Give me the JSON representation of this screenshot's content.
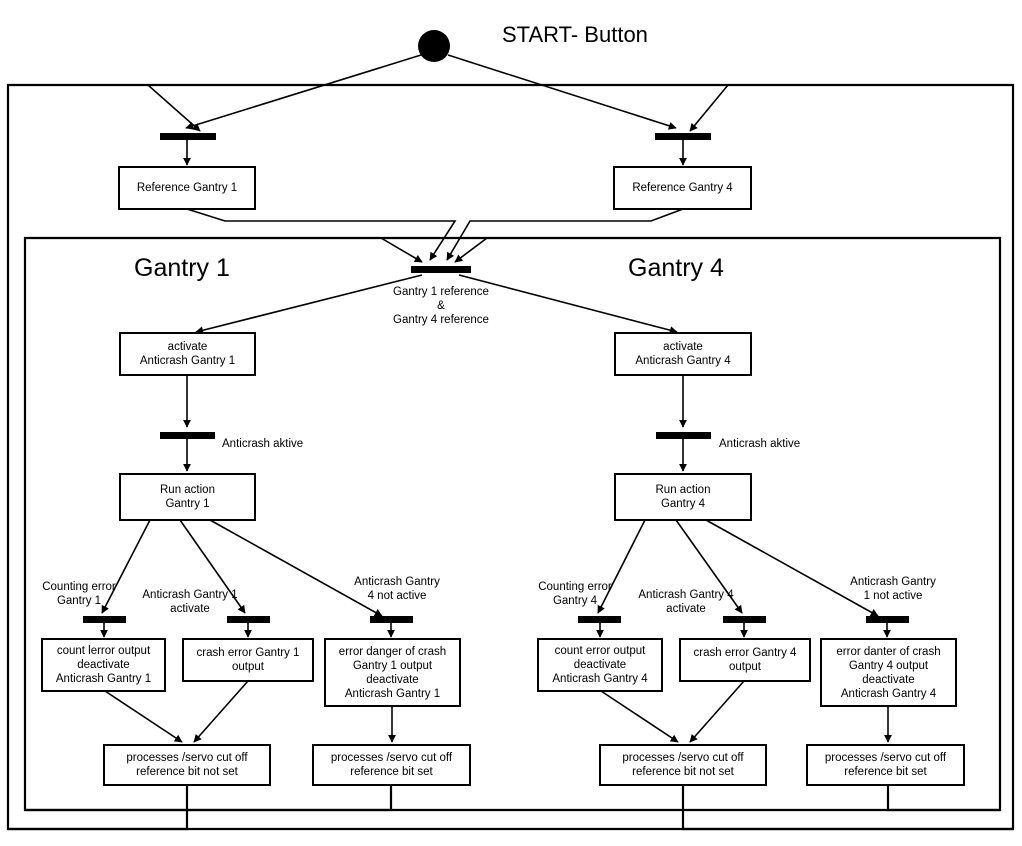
{
  "diagram": {
    "title": "START- Button",
    "colors": {
      "stroke": "#000000",
      "fill": "#ffffff",
      "background": "#ffffff"
    },
    "start_node": {
      "name": "start-button-node",
      "label": "START- Button"
    },
    "frames": [
      {
        "name": "outer-frame"
      },
      {
        "name": "inner-frame"
      }
    ],
    "branch_titles": {
      "left": "Gantry 1",
      "right": "Gantry 4"
    },
    "reference_boxes": {
      "left": "Reference Gantry 1",
      "right": "Reference Gantry 4"
    },
    "merge_condition": "Gantry 1 reference\n&\nGantry 4 reference",
    "activate_boxes": {
      "left": "activate\nAnticrash Gantry 1",
      "right": "activate\nAnticrash Gantry 4"
    },
    "anticrash_transition": {
      "left": "Anticrash aktive",
      "right": "Anticrash aktive"
    },
    "run_boxes": {
      "left": "Run action\nGantry 1",
      "right": "Run action\nGantry 4"
    },
    "branch_conditions": {
      "left": [
        "Counting error\nGantry 1",
        "Anticrash Gantry 1\nactivate",
        "Anticrash Gantry\n4 not active"
      ],
      "right": [
        "Counting error\nGantry 4",
        "Anticrash Gantry 4\nactivate",
        "Anticrash Gantry\n1 not active"
      ]
    },
    "error_boxes": {
      "left": [
        "count lerror output\ndeactivate\nAnticrash Gantry 1",
        "crash error Gantry 1\noutput",
        "error danger of crash\nGantry 1 output\ndeactivate\nAnticrash Gantry 1"
      ],
      "right": [
        "count error output\ndeactivate\nAnticrash Gantry 4",
        "crash error Gantry 4\noutput",
        "error danter of crash\nGantry 4 output\ndeactivate\nAnticrash Gantry 4"
      ]
    },
    "process_boxes": {
      "left": [
        "processes /servo cut off\nreference bit not set",
        "processes /servo cut off\nreference bit set"
      ],
      "right": [
        "processes /servo cut off\nreference bit not set",
        "processes /servo cut off\nreference bit set"
      ]
    }
  }
}
